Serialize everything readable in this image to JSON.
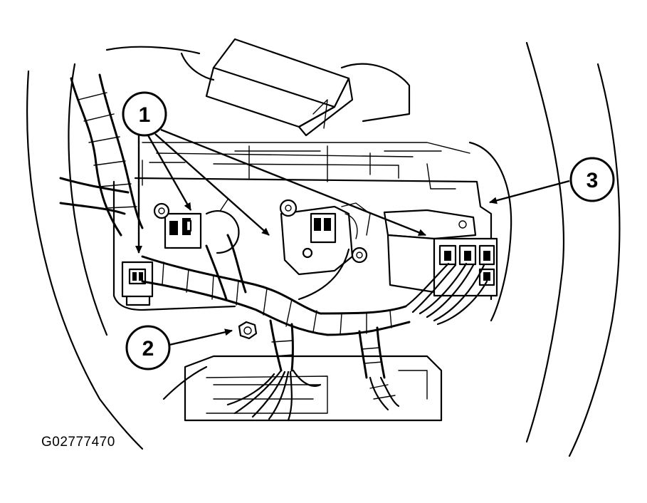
{
  "figure_id": "G02777470",
  "callouts": [
    {
      "label": "1"
    },
    {
      "label": "2"
    },
    {
      "label": "3"
    }
  ],
  "colors": {
    "ink": "#000000",
    "background": "#ffffff"
  }
}
